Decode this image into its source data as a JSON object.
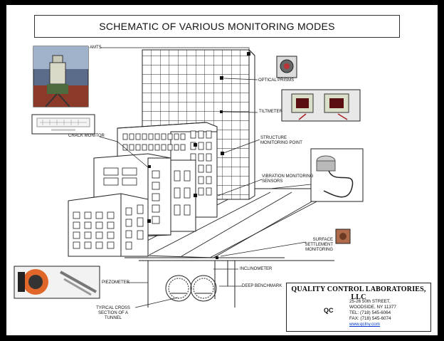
{
  "title": "SCHEMATIC OF VARIOUS MONITORING MODES",
  "labels": {
    "amts": "AMTS",
    "optical_prisms": "OPTICAL PRISMS",
    "tiltmeter": "TILTMETER",
    "crack_monitor": "CRACK MONITOR",
    "structure_monitoring_point": "STRUCTURE\nMONITORING POINT",
    "vibration_monitoring_sensors": "VIBRATION MONITORING\nSENSORS",
    "surface_settlement_monitoring": "SURFACE\nSETTLEMENT\nMONITORING",
    "inclinometer": "INCLINOMETER",
    "piezometer": "PIEZOMETER",
    "deep_benchmark": "DEEP BENCHMARK",
    "tunnel_section": "TYPICAL CROSS\nSECTION OF A\nTUNNEL"
  },
  "company": {
    "name": "QUALITY CONTROL LABORATORIES, LLC",
    "address1": "25-26 50th STREET,",
    "address2": "WOODSIDE, NY 11377",
    "tel": "TEL:   (718) 545-6064",
    "fax": "FAX:   (718) 545-6074",
    "web": "www.qclny.com",
    "logo_text": "QC"
  },
  "colors": {
    "line": "#222222",
    "sheet": "#ffffff",
    "web_link": "#0033cc"
  }
}
